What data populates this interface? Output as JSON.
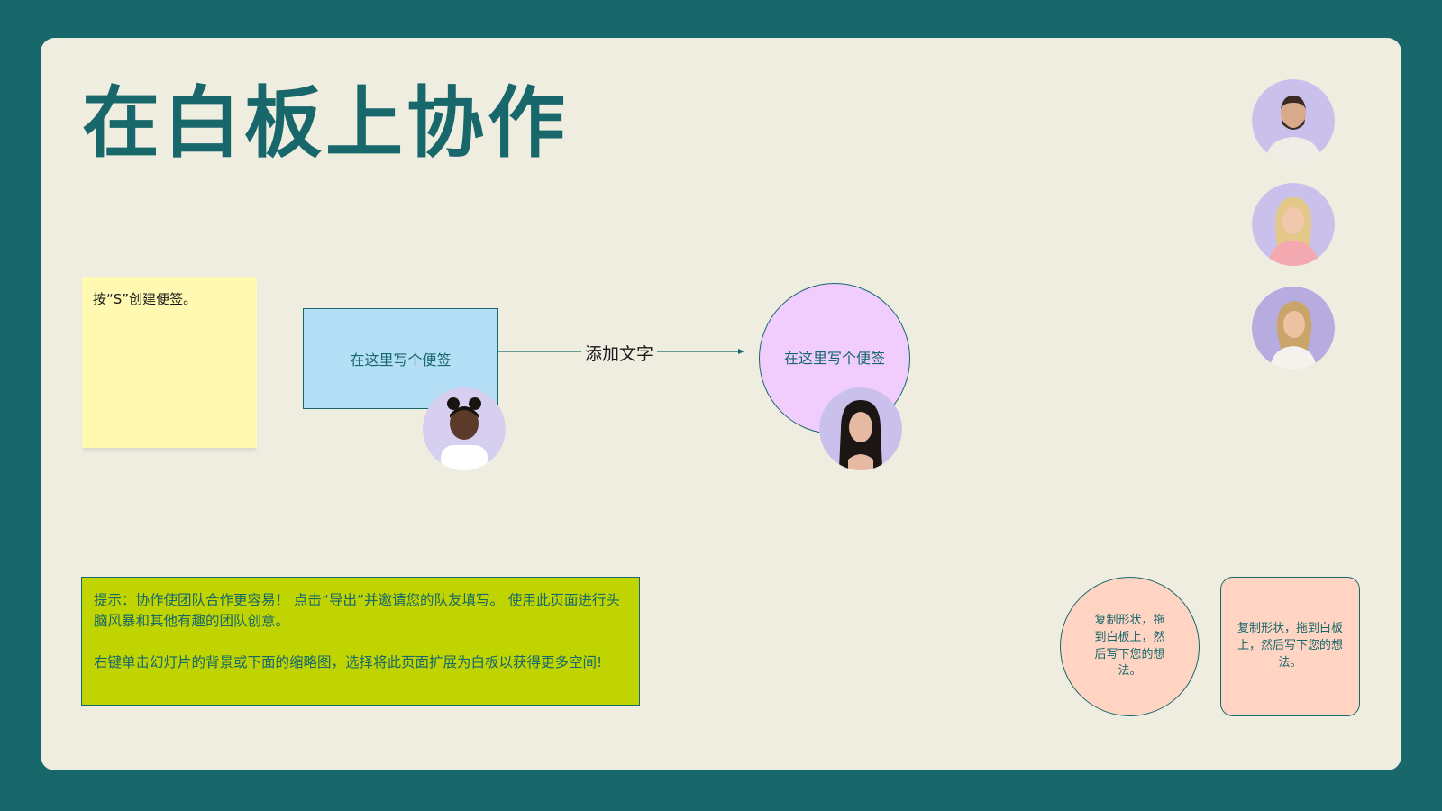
{
  "slide": {
    "title": "在白板上协作",
    "sticky_note": "按“S”创建便签。",
    "rect_note": "在这里写个便签",
    "connector_label": "添加文字",
    "circle_note": "在这里写个便签",
    "tip_line1": "提示：协作使团队合作更容易！ 点击“导出”并邀请您的队友填写。 使用此页面进行头脑风暴和其他有趣的团队创意。",
    "tip_line2": "右键单击幻灯片的背景或下面的缩略图，选择将此页面扩展为白板以获得更多空间!",
    "shape_circle_text": "复制形状，拖到白板上，然后写下您的想法。",
    "shape_rect_text": "复制形状，拖到白板上，然后写下您的想法。"
  },
  "colors": {
    "frame": "#17676b",
    "board": "#efece0",
    "sticky_yellow": "#fff9b1",
    "rect_blue": "#b5dff6",
    "circle_purple": "#f1cdfe",
    "tip_green": "#bfd400",
    "shape_peach": "#ffd4c2",
    "avatar_bg": "#c9c1ec"
  },
  "icons": [
    "user-avatar-icon",
    "arrow-icon"
  ]
}
